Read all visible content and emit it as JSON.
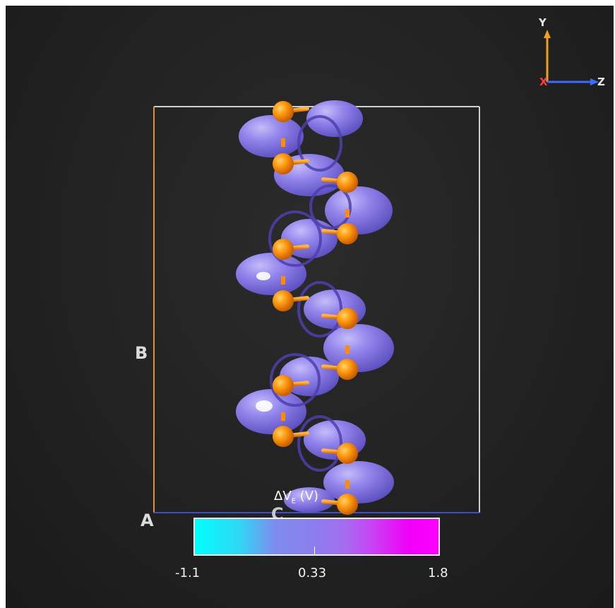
{
  "viewer": {
    "cell_labels": {
      "a": "A",
      "b": "B",
      "c": "C"
    },
    "axes": {
      "y": "Y",
      "x": "X",
      "z": "Z"
    },
    "colorbar": {
      "title_main": "ΔV",
      "title_sub": "E",
      "title_unit": " (V)",
      "min_label": "-1.1",
      "mid_label": "0.33",
      "max_label": "1.8",
      "min_value": -1.1,
      "mid_value": 0.33,
      "max_value": 1.8,
      "colors": [
        "#00ffff",
        "#7f8bef",
        "#ff00ff"
      ]
    },
    "colors": {
      "background": "#222222",
      "isosurface": "#8c7ef0",
      "atom": "#ff8c00",
      "cell_edge": "#cfcfcf",
      "a_axis": "#e0922f",
      "c_axis": "#3a4fd0",
      "axis_y": "#f0a020",
      "axis_x": "#e03030",
      "axis_z": "#3b6cff"
    }
  }
}
